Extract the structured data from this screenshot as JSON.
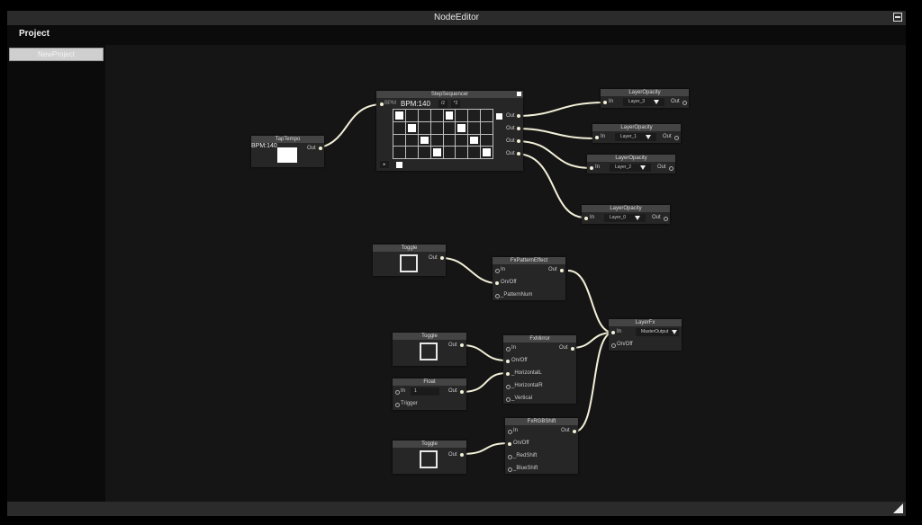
{
  "window": {
    "title": "NodeEditor",
    "maximize_icon": "window-toggle-icon"
  },
  "menubar": {
    "title": "Project"
  },
  "sidebar": {
    "new_project_label": "NewProject"
  },
  "statusbar": {
    "resize_icon": "resize-grip-icon"
  },
  "colors": {
    "background": "#000000",
    "canvas": "#151515",
    "node": "#262626",
    "node_header": "#444444",
    "wire": "#f2f0d8"
  },
  "nodes": {
    "tap_tempo": {
      "title": "TapTempo",
      "bpm": "BPM:140",
      "out": "Out"
    },
    "step_sequencer": {
      "title": "StepSequencer",
      "bpm_port": "BPM",
      "bpm": "BPM:140",
      "half_btn": "/2",
      "double_btn": "*2",
      "outs": [
        "Out",
        "Out",
        "Out",
        "Out"
      ],
      "play_icon": "play-icon",
      "grid": [
        [
          1,
          0,
          0,
          0,
          1,
          0,
          0,
          0
        ],
        [
          0,
          1,
          0,
          0,
          0,
          1,
          0,
          0
        ],
        [
          0,
          0,
          1,
          0,
          0,
          0,
          1,
          0
        ],
        [
          0,
          0,
          0,
          1,
          0,
          0,
          0,
          1
        ]
      ]
    },
    "layer_opacity": [
      {
        "title": "LayerOpacity",
        "in": "In",
        "layer": "Layer_3",
        "out": "Out"
      },
      {
        "title": "LayerOpacity",
        "in": "In",
        "layer": "Layer_1",
        "out": "Out"
      },
      {
        "title": "LayerOpacity",
        "in": "In",
        "layer": "Layer_2",
        "out": "Out"
      },
      {
        "title": "LayerOpacity",
        "in": "In",
        "layer": "Layer_0",
        "out": "Out"
      }
    ],
    "toggle1": {
      "title": "Toggle",
      "out": "Out"
    },
    "toggle2": {
      "title": "Toggle",
      "out": "Out"
    },
    "toggle3": {
      "title": "Toggle",
      "out": "Out"
    },
    "float": {
      "title": "Float",
      "in": "In",
      "value": "1",
      "out": "Out",
      "trigger": "Trigger"
    },
    "fx_pattern": {
      "title": "FxPatternEffect",
      "in": "In",
      "onoff": "On/Off",
      "param": "_PatternNum",
      "out": "Out"
    },
    "fx_mirror": {
      "title": "FxMirror",
      "in": "In",
      "onoff": "On/Off",
      "p1": "_HorizontalL",
      "p2": "_HorizontalR",
      "p3": "_Vertical",
      "out": "Out"
    },
    "fx_rgb": {
      "title": "FxRGBShift",
      "in": "In",
      "onoff": "On/Off",
      "p1": "_RedShift",
      "p2": "_BlueShift",
      "out": "Out"
    },
    "layer_fx": {
      "title": "LayerFx",
      "in": "In",
      "output": "MasterOutput",
      "onoff": "On/Off"
    }
  }
}
